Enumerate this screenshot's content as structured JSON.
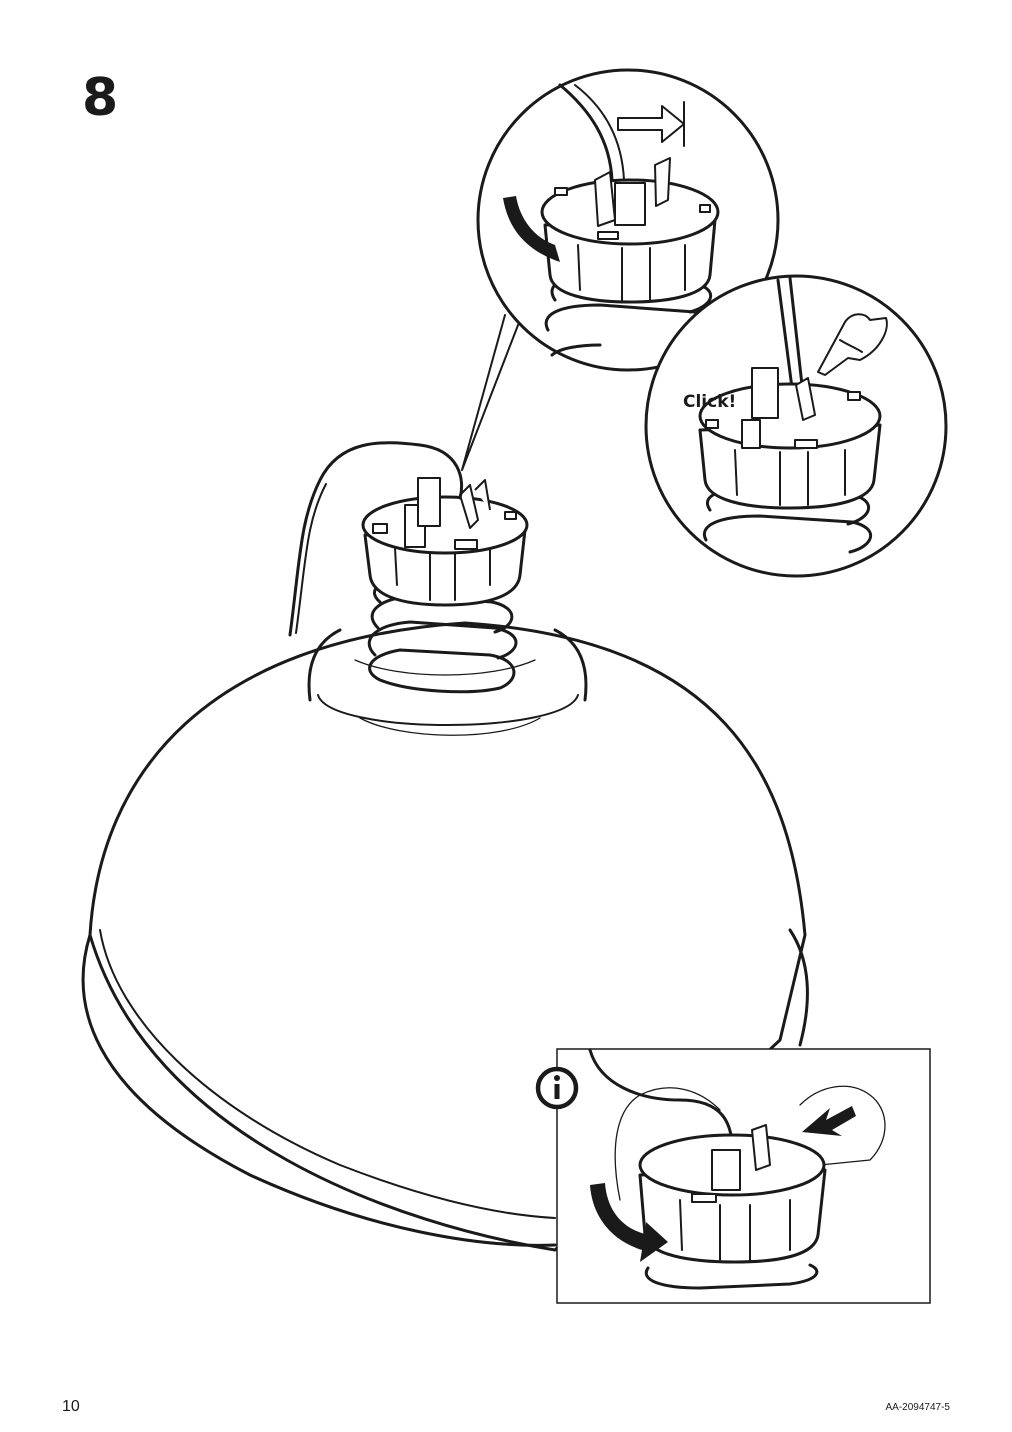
{
  "step": {
    "number": "8"
  },
  "callouts": {
    "click_label": "Click!"
  },
  "info": {
    "icon": "info-icon"
  },
  "footer": {
    "page_number": "10",
    "document_code": "AA-2094747-5"
  }
}
